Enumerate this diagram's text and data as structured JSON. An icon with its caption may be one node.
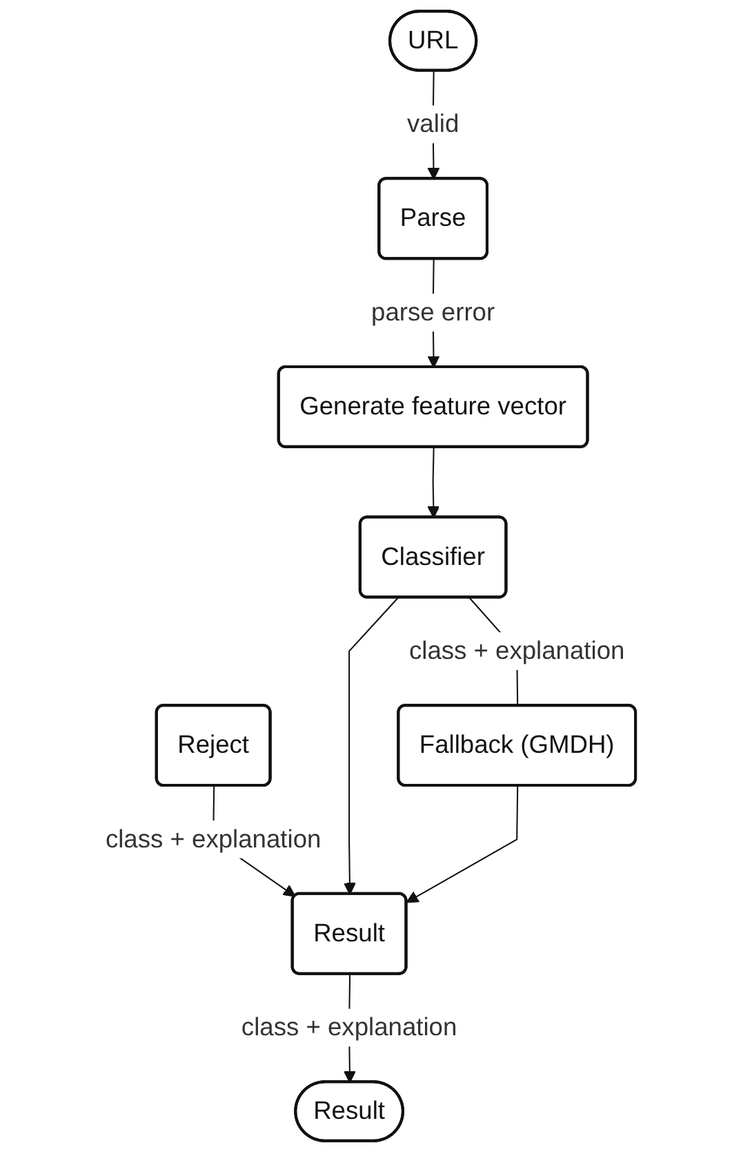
{
  "diagram": {
    "nodes": [
      {
        "text": [
          "URL"
        ]
      },
      {
        "text": [
          "Parse"
        ]
      },
      {
        "text": [
          "Generate feature vector"
        ]
      },
      {
        "text": [
          "Reject"
        ]
      },
      {
        "text": [
          "Classifier"
        ]
      },
      {
        "text": [
          "Result"
        ]
      },
      {
        "text": [
          "Fallback (GMDH)"
        ]
      },
      {
        "text": [
          "Result"
        ]
      }
    ],
    "edges": [
      {
        "from": 0,
        "to": 1,
        "arrow": "to",
        "label": "valid"
      },
      {
        "from": 1,
        "to": 2,
        "arrow": "to",
        "label": "parse error"
      },
      {
        "from": 2,
        "to": 4,
        "arrow": "to"
      },
      {
        "from": 3,
        "to": 5,
        "arrow": "to",
        "label": "class + explanation"
      },
      {
        "from": 4,
        "to": 5,
        "arrow": "to"
      },
      {
        "from": 4,
        "to": 6,
        "arrow": "none",
        "label": "class + explanation"
      },
      {
        "from": 6,
        "to": 5,
        "arrow": "to"
      },
      {
        "from": 5,
        "to": 7,
        "arrow": "to",
        "label": "class + explanation"
      }
    ]
  }
}
